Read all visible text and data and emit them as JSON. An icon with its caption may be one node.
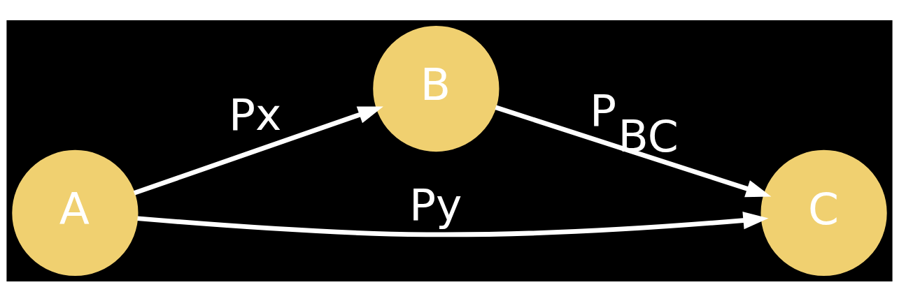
{
  "diagram": {
    "nodes": [
      {
        "text": [
          "A"
        ]
      },
      {
        "text": [
          "B"
        ]
      },
      {
        "text": [
          "C"
        ]
      }
    ],
    "edges": [
      {
        "from": 0,
        "to": 2,
        "arrow": "to",
        "label": "Py"
      },
      {
        "from": 0,
        "to": 1,
        "arrow": "to",
        "label": "Px"
      },
      {
        "from": 1,
        "to": 2,
        "arrow": "to",
        "label": "P$_{BC}$"
      }
    ]
  }
}
